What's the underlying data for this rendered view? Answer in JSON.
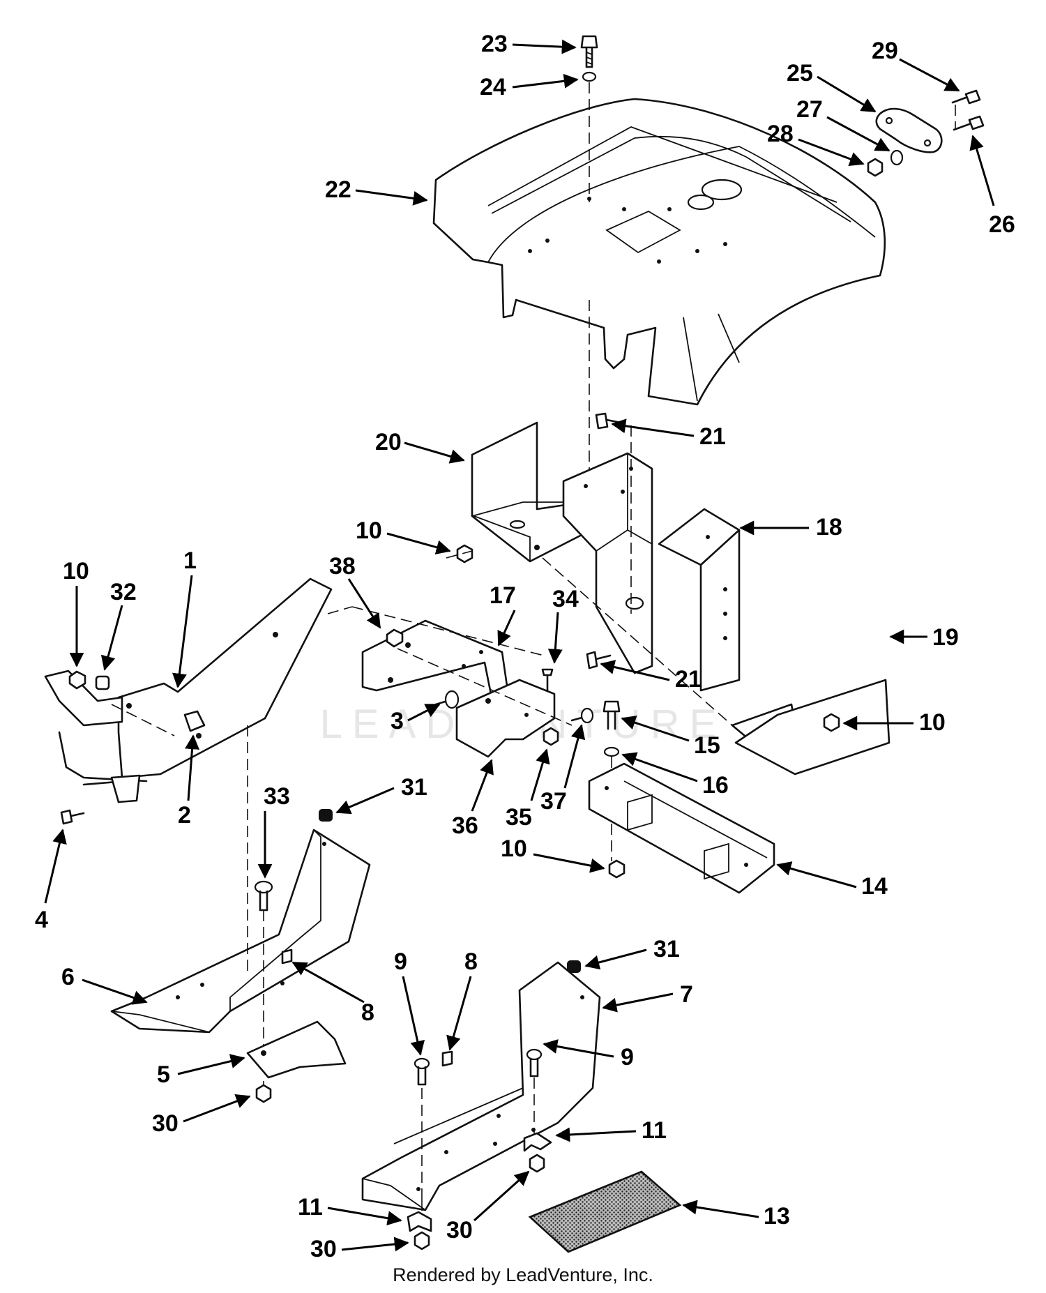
{
  "watermark": "LEADVENTURE",
  "footer": "Rendered by LeadVenture, Inc.",
  "callouts": [
    {
      "id": "23"
    },
    {
      "id": "24"
    },
    {
      "id": "22"
    },
    {
      "id": "29"
    },
    {
      "id": "25"
    },
    {
      "id": "27"
    },
    {
      "id": "28"
    },
    {
      "id": "26"
    },
    {
      "id": "20"
    },
    {
      "id": "21"
    },
    {
      "id": "21"
    },
    {
      "id": "18"
    },
    {
      "id": "10"
    },
    {
      "id": "1"
    },
    {
      "id": "38"
    },
    {
      "id": "17"
    },
    {
      "id": "34"
    },
    {
      "id": "10"
    },
    {
      "id": "32"
    },
    {
      "id": "19"
    },
    {
      "id": "3"
    },
    {
      "id": "10"
    },
    {
      "id": "15"
    },
    {
      "id": "16"
    },
    {
      "id": "2"
    },
    {
      "id": "36"
    },
    {
      "id": "35"
    },
    {
      "id": "37"
    },
    {
      "id": "33"
    },
    {
      "id": "31"
    },
    {
      "id": "4"
    },
    {
      "id": "10"
    },
    {
      "id": "14"
    },
    {
      "id": "6"
    },
    {
      "id": "8"
    },
    {
      "id": "5"
    },
    {
      "id": "9"
    },
    {
      "id": "8"
    },
    {
      "id": "31"
    },
    {
      "id": "7"
    },
    {
      "id": "9"
    },
    {
      "id": "30"
    },
    {
      "id": "11"
    },
    {
      "id": "11"
    },
    {
      "id": "30"
    },
    {
      "id": "13"
    },
    {
      "id": "30"
    }
  ]
}
